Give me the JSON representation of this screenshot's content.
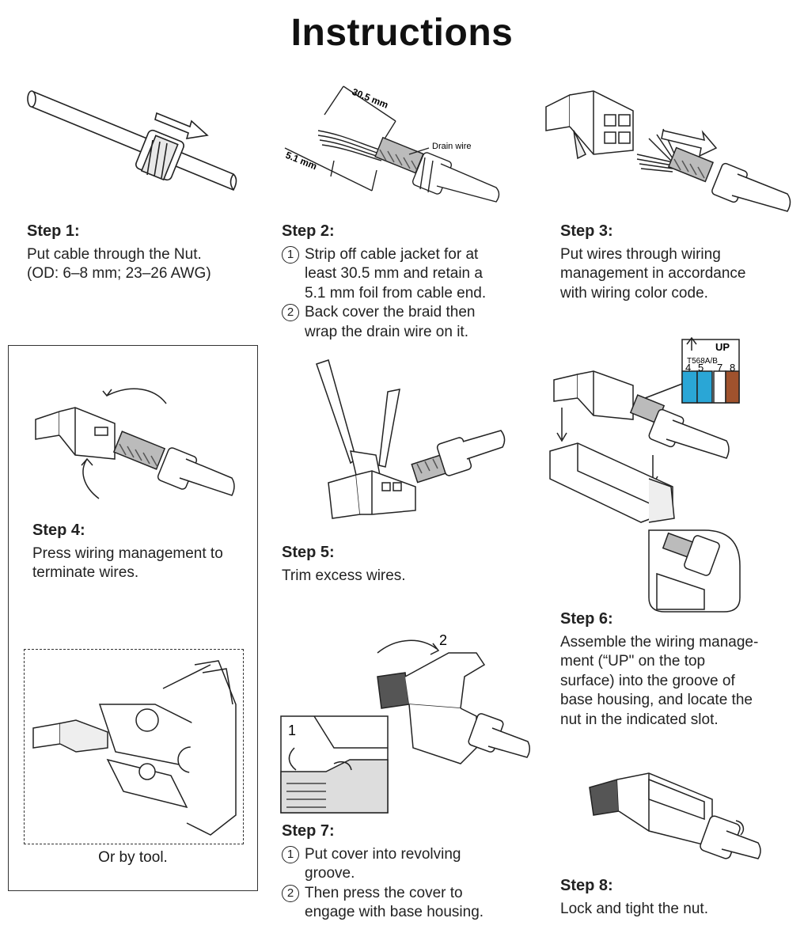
{
  "page": {
    "title": "Instructions"
  },
  "steps": {
    "s1": {
      "head": "Step 1:",
      "lines": [
        "Put cable through the Nut.",
        "(OD: 6–8 mm; 23–26 AWG)"
      ]
    },
    "s2": {
      "head": "Step 2:",
      "item1": {
        "num": "1",
        "lines": [
          "Strip off cable jacket for at",
          "least 30.5 mm and retain a",
          "5.1 mm foil from cable end."
        ]
      },
      "item2": {
        "num": "2",
        "lines": [
          "Back cover the braid then",
          "wrap the drain wire on it."
        ]
      }
    },
    "s3": {
      "head": "Step 3:",
      "lines": [
        "Put wires through wiring",
        "management in accordance",
        "with wiring color code."
      ]
    },
    "s4": {
      "head": "Step 4:",
      "lines": [
        "Press wiring management to",
        "terminate wires."
      ]
    },
    "s5": {
      "head": "Step 5:",
      "lines": [
        "Trim excess wires."
      ]
    },
    "s6": {
      "head": "Step 6:",
      "lines": [
        "Assemble the wiring manage-",
        "ment (“UP\" on the top",
        "surface) into the groove of",
        "base housing, and locate the",
        "nut in the indicated slot."
      ]
    },
    "s7": {
      "head": "Step 7:",
      "item1": {
        "num": "1",
        "lines": [
          "Put cover into revolving",
          "groove."
        ]
      },
      "item2": {
        "num": "2",
        "lines": [
          "Then press the cover to",
          "engage with base housing."
        ]
      }
    },
    "s8": {
      "head": "Step 8:",
      "lines": [
        "Lock and tight the nut."
      ]
    }
  },
  "labels": {
    "dim_strip": "30.5 mm",
    "dim_foil": "5.1 mm",
    "drain_wire": "Drain wire",
    "up": "UP",
    "standard": "T568A/B",
    "pins": [
      "4",
      "5",
      "7",
      "8"
    ],
    "callout1": "1",
    "callout2": "2",
    "tool_caption": "Or by tool."
  },
  "colors": {
    "blue_pair": "#2aa6d6",
    "brown_pair": "#a0522d",
    "line": "#222222"
  }
}
